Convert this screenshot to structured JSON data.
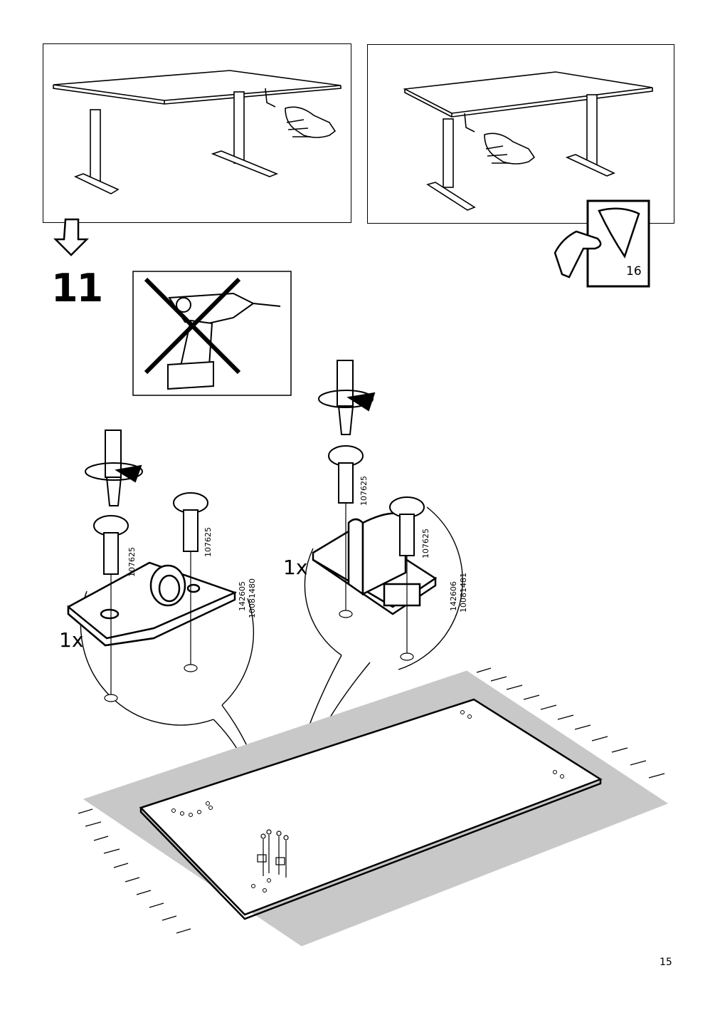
{
  "step": {
    "number": "11"
  },
  "page": {
    "number": "15",
    "reference_page": "16"
  },
  "assembly": {
    "left_bracket": {
      "quantity": "1x",
      "screw_code_a": "107625",
      "screw_code_b": "107625",
      "part_code_a": "142605",
      "part_code_b": "10081480"
    },
    "right_bracket": {
      "quantity": "1x",
      "screw_code_a": "107625",
      "screw_code_b": "107625",
      "part_code_a": "142606",
      "part_code_b": "10081481"
    }
  },
  "icons": {
    "no_power_drill": "no-power-drill-icon",
    "turn_page": "turn-page-icon",
    "down_arrow": "down-arrow-icon"
  }
}
